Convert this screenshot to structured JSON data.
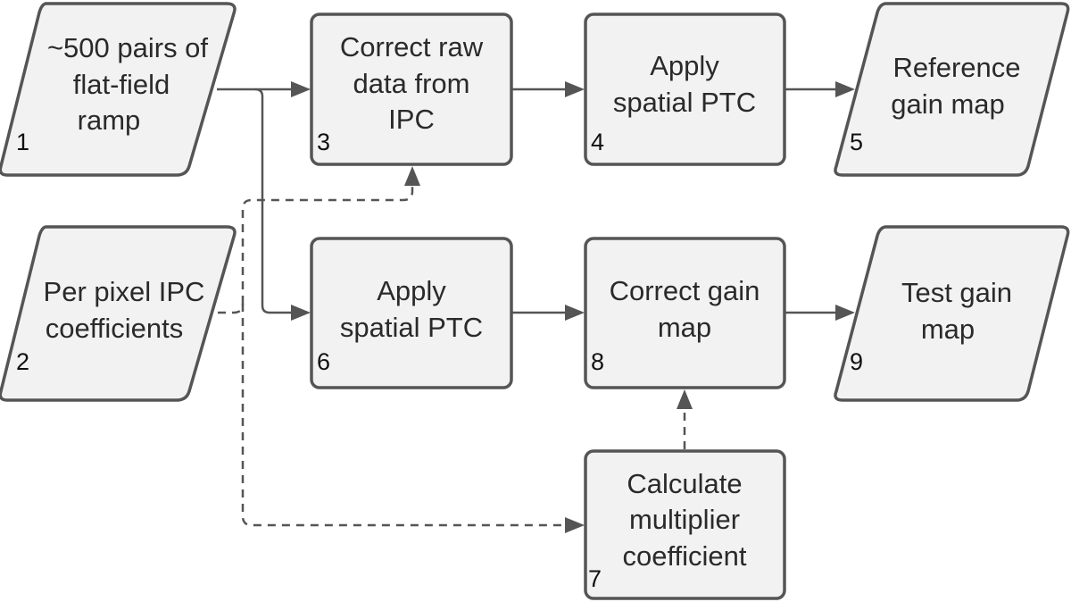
{
  "nodes": [
    {
      "id": "n1",
      "number": "1",
      "lines": [
        "~500 pairs of",
        "flat-field",
        "ramp"
      ]
    },
    {
      "id": "n2",
      "number": "2",
      "lines": [
        "Per pixel IPC",
        "coefficients"
      ]
    },
    {
      "id": "n3",
      "number": "3",
      "lines": [
        "Correct raw",
        "data from",
        "IPC"
      ]
    },
    {
      "id": "n4",
      "number": "4",
      "lines": [
        "Apply",
        "spatial PTC"
      ]
    },
    {
      "id": "n5",
      "number": "5",
      "lines": [
        "Reference",
        "gain map"
      ]
    },
    {
      "id": "n6",
      "number": "6",
      "lines": [
        "Apply",
        "spatial PTC"
      ]
    },
    {
      "id": "n7",
      "number": "7",
      "lines": [
        "Calculate",
        "multiplier",
        "coefficient"
      ]
    },
    {
      "id": "n8",
      "number": "8",
      "lines": [
        "Correct gain",
        "map"
      ]
    },
    {
      "id": "n9",
      "number": "9",
      "lines": [
        "Test gain",
        "map"
      ]
    }
  ],
  "edges": [
    {
      "from": "n1",
      "to": "n3",
      "style": "solid"
    },
    {
      "from": "n1",
      "to": "n6",
      "style": "solid"
    },
    {
      "from": "n3",
      "to": "n4",
      "style": "solid"
    },
    {
      "from": "n4",
      "to": "n5",
      "style": "solid"
    },
    {
      "from": "n6",
      "to": "n8",
      "style": "solid"
    },
    {
      "from": "n8",
      "to": "n9",
      "style": "solid"
    },
    {
      "from": "n2",
      "to": "n3",
      "style": "dashed"
    },
    {
      "from": "n2",
      "to": "n7",
      "style": "dashed"
    },
    {
      "from": "n7",
      "to": "n8",
      "style": "dashed"
    }
  ],
  "colors": {
    "fill": "#f2f2f2",
    "stroke": "#555555",
    "text": "#2a2a2a"
  }
}
